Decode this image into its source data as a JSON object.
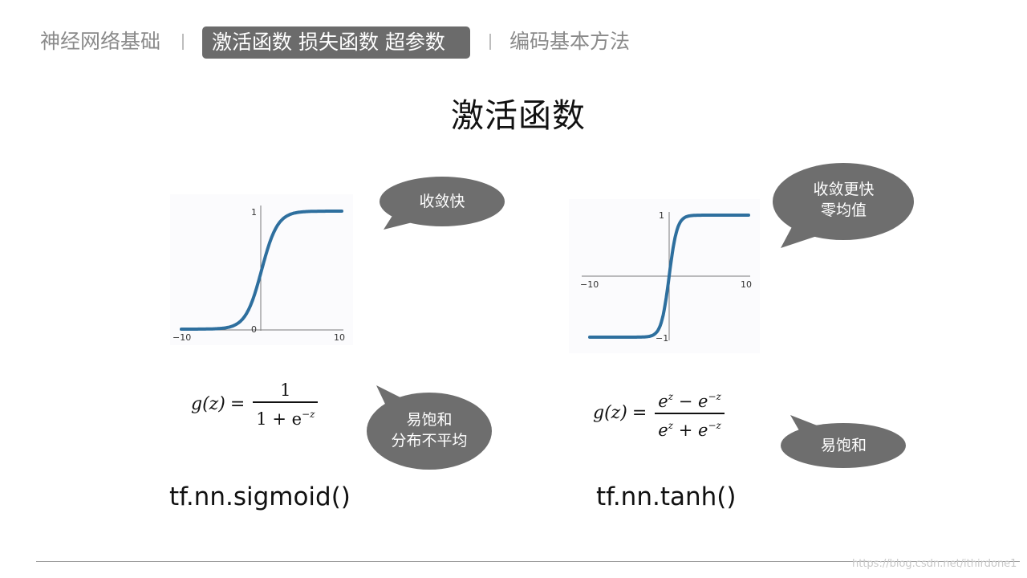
{
  "nav": {
    "items": [
      {
        "label": "神经网络基础",
        "active": false
      },
      {
        "label": "激活函数 损失函数 超参数",
        "active": true
      },
      {
        "label": "编码基本方法",
        "active": false
      }
    ]
  },
  "title": "激活函数",
  "sigmoid": {
    "plot": {
      "curve": "sigmoid",
      "x_range": [
        -10,
        10
      ],
      "y_range": [
        0,
        1
      ],
      "tick_labels": {
        "x_min": "−10",
        "x_max": "10",
        "y_top": "1",
        "y_zero": "0"
      },
      "curve_color": "#2e6f9e"
    },
    "bubble_top": [
      "收敛快"
    ],
    "bubble_bottom": [
      "易饱和",
      "分布不平均"
    ],
    "formula": {
      "lhs": "g(z)",
      "numerator": "1",
      "denominator_base": "1 + e",
      "denominator_exp": "−z"
    },
    "code": "tf.nn.sigmoid()"
  },
  "tanh": {
    "plot": {
      "curve": "tanh",
      "x_range": [
        -10,
        10
      ],
      "y_range": [
        -1,
        1
      ],
      "tick_labels": {
        "x_min": "−10",
        "x_max": "10",
        "y_top": "1",
        "y_bottom": "−1"
      },
      "curve_color": "#2e6f9e"
    },
    "bubble_top": [
      "收敛更快",
      "零均值"
    ],
    "bubble_bottom": [
      "易饱和"
    ],
    "formula": {
      "lhs": "g(z)",
      "num_a": "e",
      "num_a_exp": "z",
      "num_op": "−",
      "num_b": "e",
      "num_b_exp": "−z",
      "den_a": "e",
      "den_a_exp": "z",
      "den_op": "+",
      "den_b": "e",
      "den_b_exp": "−z"
    },
    "code": "tf.nn.tanh()"
  },
  "colors": {
    "bubble": "#6e6e6e",
    "nav_active_bg": "#6b6b6b",
    "nav_text": "#8a8a8a"
  },
  "watermark": "https://blog.csdn.net/ithirdone1"
}
